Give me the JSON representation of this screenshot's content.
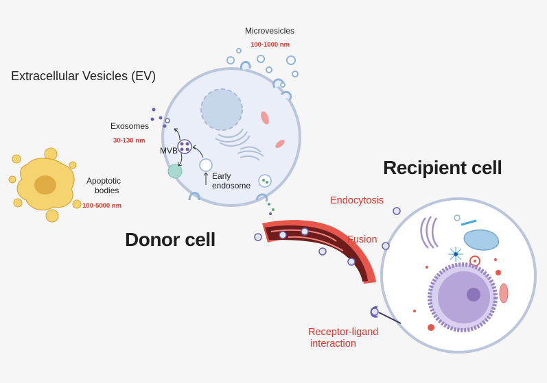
{
  "title": "Extracellular Vesicles (EV)",
  "labels": {
    "microvesicles": "Microvesicles",
    "microvesicles_size": "100-1000 nm",
    "exosomes": "Exosomes",
    "exosomes_size": "30-130 nm",
    "mvb": "MVB",
    "early_endosome_1": "Early",
    "early_endosome_2": "endosome",
    "apoptotic_1": "Apoptotic",
    "apoptotic_2": "bodies",
    "apoptotic_size": "100-5000 nm",
    "donor_cell": "Donor cell",
    "recipient_cell": "Recipient cell",
    "endocytosis": "Endocytosis",
    "fusion": "Fusion",
    "receptor_1": "Receptor-ligand",
    "receptor_2": "interaction"
  },
  "colors": {
    "cell_fill": "#e9eef8",
    "cell_border": "#b9c6dc",
    "vesicle_blue": "#8fb3de",
    "vesicle_purple": "#6b5fb0",
    "apoptotic_yellow": "#f5d36e",
    "apoptotic_core": "#d9a53c",
    "vessel_red": "#e8554a",
    "vessel_dark": "#6e1c1c",
    "label_red": "#e0332b",
    "nucleus_purple": "#9a86c4"
  }
}
